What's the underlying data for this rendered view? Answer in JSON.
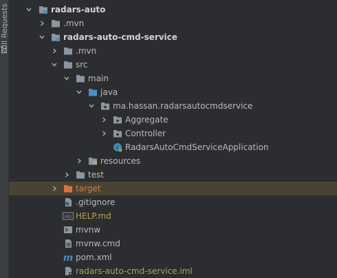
{
  "sidebar": {
    "tab_label": "Pull Requests",
    "tab_icon": "pull-request-icon"
  },
  "colors": {
    "background": "#2b2d30",
    "folder": "#8c96a1",
    "excluded_folder": "#d9743c",
    "source_folder": "#4b8fc1",
    "yellow_text": "#b2a44c",
    "orange_text": "#c7804a",
    "selected_row": "#4a4333"
  },
  "tree": {
    "items": [
      {
        "label": "radars-auto",
        "icon": "module-folder-icon",
        "expanded": true
      },
      {
        "label": ".mvn",
        "icon": "folder-icon",
        "expanded": false
      },
      {
        "label": "radars-auto-cmd-service",
        "icon": "module-folder-icon",
        "expanded": true
      },
      {
        "label": ".mvn",
        "icon": "folder-icon",
        "expanded": false
      },
      {
        "label": "src",
        "icon": "folder-icon",
        "expanded": true
      },
      {
        "label": "main",
        "icon": "folder-icon",
        "expanded": true
      },
      {
        "label": "java",
        "icon": "source-folder-icon",
        "expanded": true
      },
      {
        "label": "ma.hassan.radarsautocmdservice",
        "icon": "package-icon",
        "expanded": true
      },
      {
        "label": "Aggregate",
        "icon": "package-icon",
        "expanded": false
      },
      {
        "label": "Controller",
        "icon": "package-icon",
        "expanded": false
      },
      {
        "label": "RadarsAutoCmdServiceApplication",
        "icon": "spring-boot-class-icon"
      },
      {
        "label": "resources",
        "icon": "resources-folder-icon",
        "expanded": false
      },
      {
        "label": "test",
        "icon": "folder-icon",
        "expanded": false
      },
      {
        "label": "target",
        "icon": "excluded-folder-icon",
        "expanded": false
      },
      {
        "label": ".gitignore",
        "icon": "gitignore-file-icon"
      },
      {
        "label": "HELP.md",
        "icon": "markdown-file-icon"
      },
      {
        "label": "mvnw",
        "icon": "shell-script-icon"
      },
      {
        "label": "mvnw.cmd",
        "icon": "text-file-icon"
      },
      {
        "label": "pom.xml",
        "icon": "maven-icon"
      },
      {
        "label": "radars-auto-cmd-service.iml",
        "icon": "iml-file-icon"
      }
    ]
  }
}
